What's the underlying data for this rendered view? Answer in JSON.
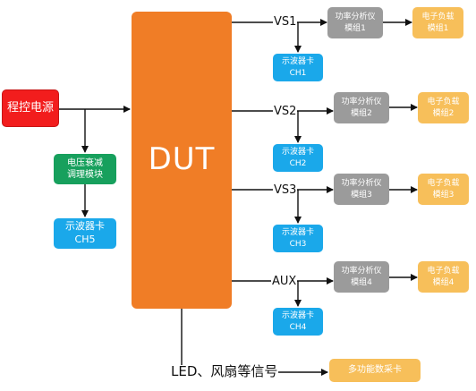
{
  "nodes": {
    "dut": "DUT",
    "power_supply": "程控电源",
    "attenuator": [
      "电压衰减",
      "调理模块"
    ],
    "scope_ch5": [
      "示波器卡",
      "CH5"
    ],
    "daq_card": "多功能数采卡"
  },
  "rails": [
    {
      "label": "VS1",
      "scope": [
        "示波器卡",
        "CH1"
      ],
      "analyzer": [
        "功率分析仪",
        "模组1"
      ],
      "load": [
        "电子负载",
        "模组1"
      ]
    },
    {
      "label": "VS2",
      "scope": [
        "示波器卡",
        "CH2"
      ],
      "analyzer": [
        "功率分析仪",
        "模组2"
      ],
      "load": [
        "电子负载",
        "模组2"
      ]
    },
    {
      "label": "VS3",
      "scope": [
        "示波器卡",
        "CH3"
      ],
      "analyzer": [
        "功率分析仪",
        "模组3"
      ],
      "load": [
        "电子负载",
        "模组3"
      ]
    },
    {
      "label": "AUX",
      "scope": [
        "示波器卡",
        "CH4"
      ],
      "analyzer": [
        "功率分析仪",
        "模组4"
      ],
      "load": [
        "电子负载",
        "模组4"
      ]
    }
  ],
  "signals_label": "LED、风扇等信号",
  "colors": {
    "dut": "#f07d26",
    "power_supply": "#f21d1d",
    "attenuator": "#17a05d",
    "oscilloscope": "#1aa8ea",
    "power_analyzer": "#9b9b9b",
    "electronic_load": "#f7bf5a",
    "daq": "#f7bf5a"
  },
  "icons": {
    "connector": "arrow-right"
  }
}
